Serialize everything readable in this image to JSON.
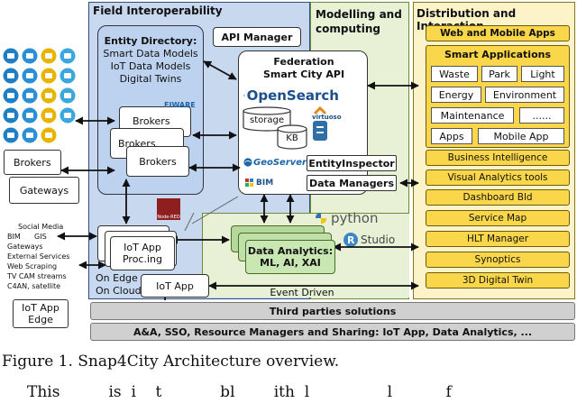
{
  "sections": {
    "field": "Field Interoperability",
    "modelling": "Modelling and computing",
    "distribution": "Distribution and Interaction"
  },
  "field": {
    "entity_directory": [
      "Entity Directory:",
      "Smart Data Models",
      "IoT Data Models",
      "Digital Twins"
    ],
    "api_manager": "API Manager",
    "fiware": "FIWARE",
    "brokers_stack": [
      "Brokers",
      "Brokers",
      "Brokers"
    ],
    "federation": [
      "Federation",
      "Smart City API"
    ],
    "opensearch": "OpenSearch",
    "storage": "storage",
    "kb": "KB",
    "virtuoso": "virtuoso",
    "geoserver": "GeoServer",
    "bim": "BIM",
    "entity_inspector": "EntityInspector",
    "data_managers": "Data Managers",
    "nodered": "Node-RED",
    "iot_app_proc": [
      "IoT App",
      "Proc.ing"
    ],
    "on_edge": "On Edge",
    "on_cloud": "On Cloud",
    "iot_app": "IoT App",
    "event_driven": "Event Driven"
  },
  "modelling": {
    "python": "python",
    "rstudio": "Studio",
    "data_analytics": [
      "Data Analytics:",
      "ML, AI, XAI"
    ]
  },
  "left": {
    "brokers": "Brokers",
    "gateways": "Gateways",
    "sources": [
      "Social Media",
      "BIM      GIS",
      "Gateways",
      "External Services",
      "Web Scraping",
      "TV CAM streams",
      "C4AN, satellite"
    ],
    "iot_app_edge": [
      "IoT App",
      "Edge"
    ]
  },
  "distribution": {
    "web_mobile": "Web and Mobile Apps",
    "smart_apps": "Smart Applications",
    "waste": "Waste",
    "park": "Park",
    "light": "Light",
    "energy": "Energy",
    "environment": "Environment",
    "maintenance": "Maintenance",
    "dots": "......",
    "apps": "Apps",
    "mobile_app": "Mobile App",
    "business_intelligence": "Business Intelligence",
    "visual_analytics": "Visual Analytics tools",
    "dashboard": "Dashboard Bld",
    "service_map": "Service Map",
    "hlt_manager": "HLT Manager",
    "synoptics": "Synoptics",
    "digital_twin": "3D Digital Twin"
  },
  "bars": {
    "third_parties": "Third parties solutions",
    "aa": "A&A, SSO, Resource Managers and Sharing: IoT App, Data Analytics, ..."
  },
  "caption": "Figure 1. Snap4City Architecture overview.",
  "body_fragment": "This          is  i    t            bl        ith  l                l           f",
  "icon_colors": [
    "#1f7fc4",
    "#2b8fd6",
    "#e8b400",
    "#3aa7de"
  ]
}
